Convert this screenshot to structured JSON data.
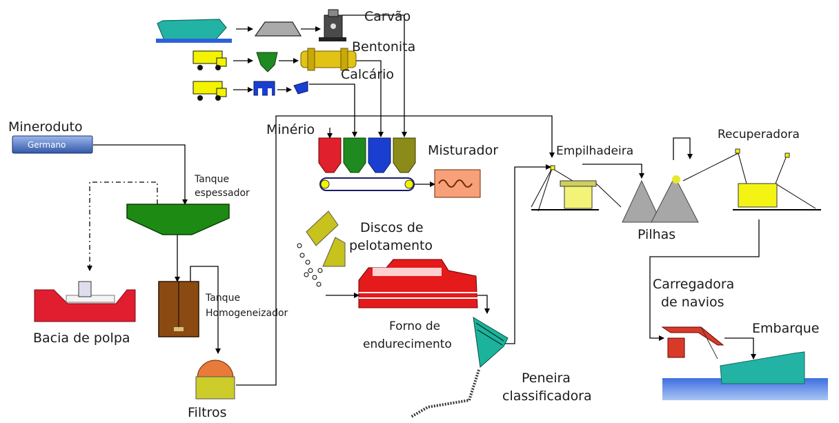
{
  "labels": {
    "carvao": "Carvão",
    "bentonita": "Bentonita",
    "calcario": "Calcário",
    "mineroduto": "Mineroduto",
    "germano": "Germano",
    "minerio": "Minério",
    "misturador": "Misturador",
    "empilhadeira": "Empilhadeira",
    "recuperadora": "Recuperadora",
    "tanque_espessador": [
      "Tanque",
      "espessador"
    ],
    "discos_pelotamento": [
      "Discos de",
      "pelotamento"
    ],
    "pilhas": "Pilhas",
    "carregadora_navios": [
      "Carregadora",
      "de navios"
    ],
    "embarque": "Embarque",
    "bacia_polpa": "Bacia de polpa",
    "tanque_homogeneizador": [
      "Tanque",
      "Homogeneizador"
    ],
    "forno_endurecimento": [
      "Forno de",
      "endurecimento"
    ],
    "filtros": "Filtros",
    "peneira_classificadora": [
      "Peneira",
      "classificadora"
    ]
  },
  "colors": {
    "ship": "#22b3a4",
    "bin_green": "#1f8a1f",
    "bin_blue": "#1a3fd0",
    "bin_olive": "#8b8b1a",
    "bin_red": "#e0202d",
    "mixer": "#f7a07a",
    "furnace": "#e51a1a",
    "thickener": "#1d8a14",
    "tank": "#8b4a12",
    "filter_top": "#e87a3a",
    "filter_base": "#cccc2a",
    "disc": "#c7c21c",
    "screen": "#1bb39b",
    "stacker_body": "#f3f378",
    "reclaimer_body": "#f4f414",
    "piles": "#a7a7a7",
    "loader": "#d83a2a",
    "pipeline_box": "#4f79c0",
    "pond": "#e01e30",
    "truck": "#f3f300"
  }
}
